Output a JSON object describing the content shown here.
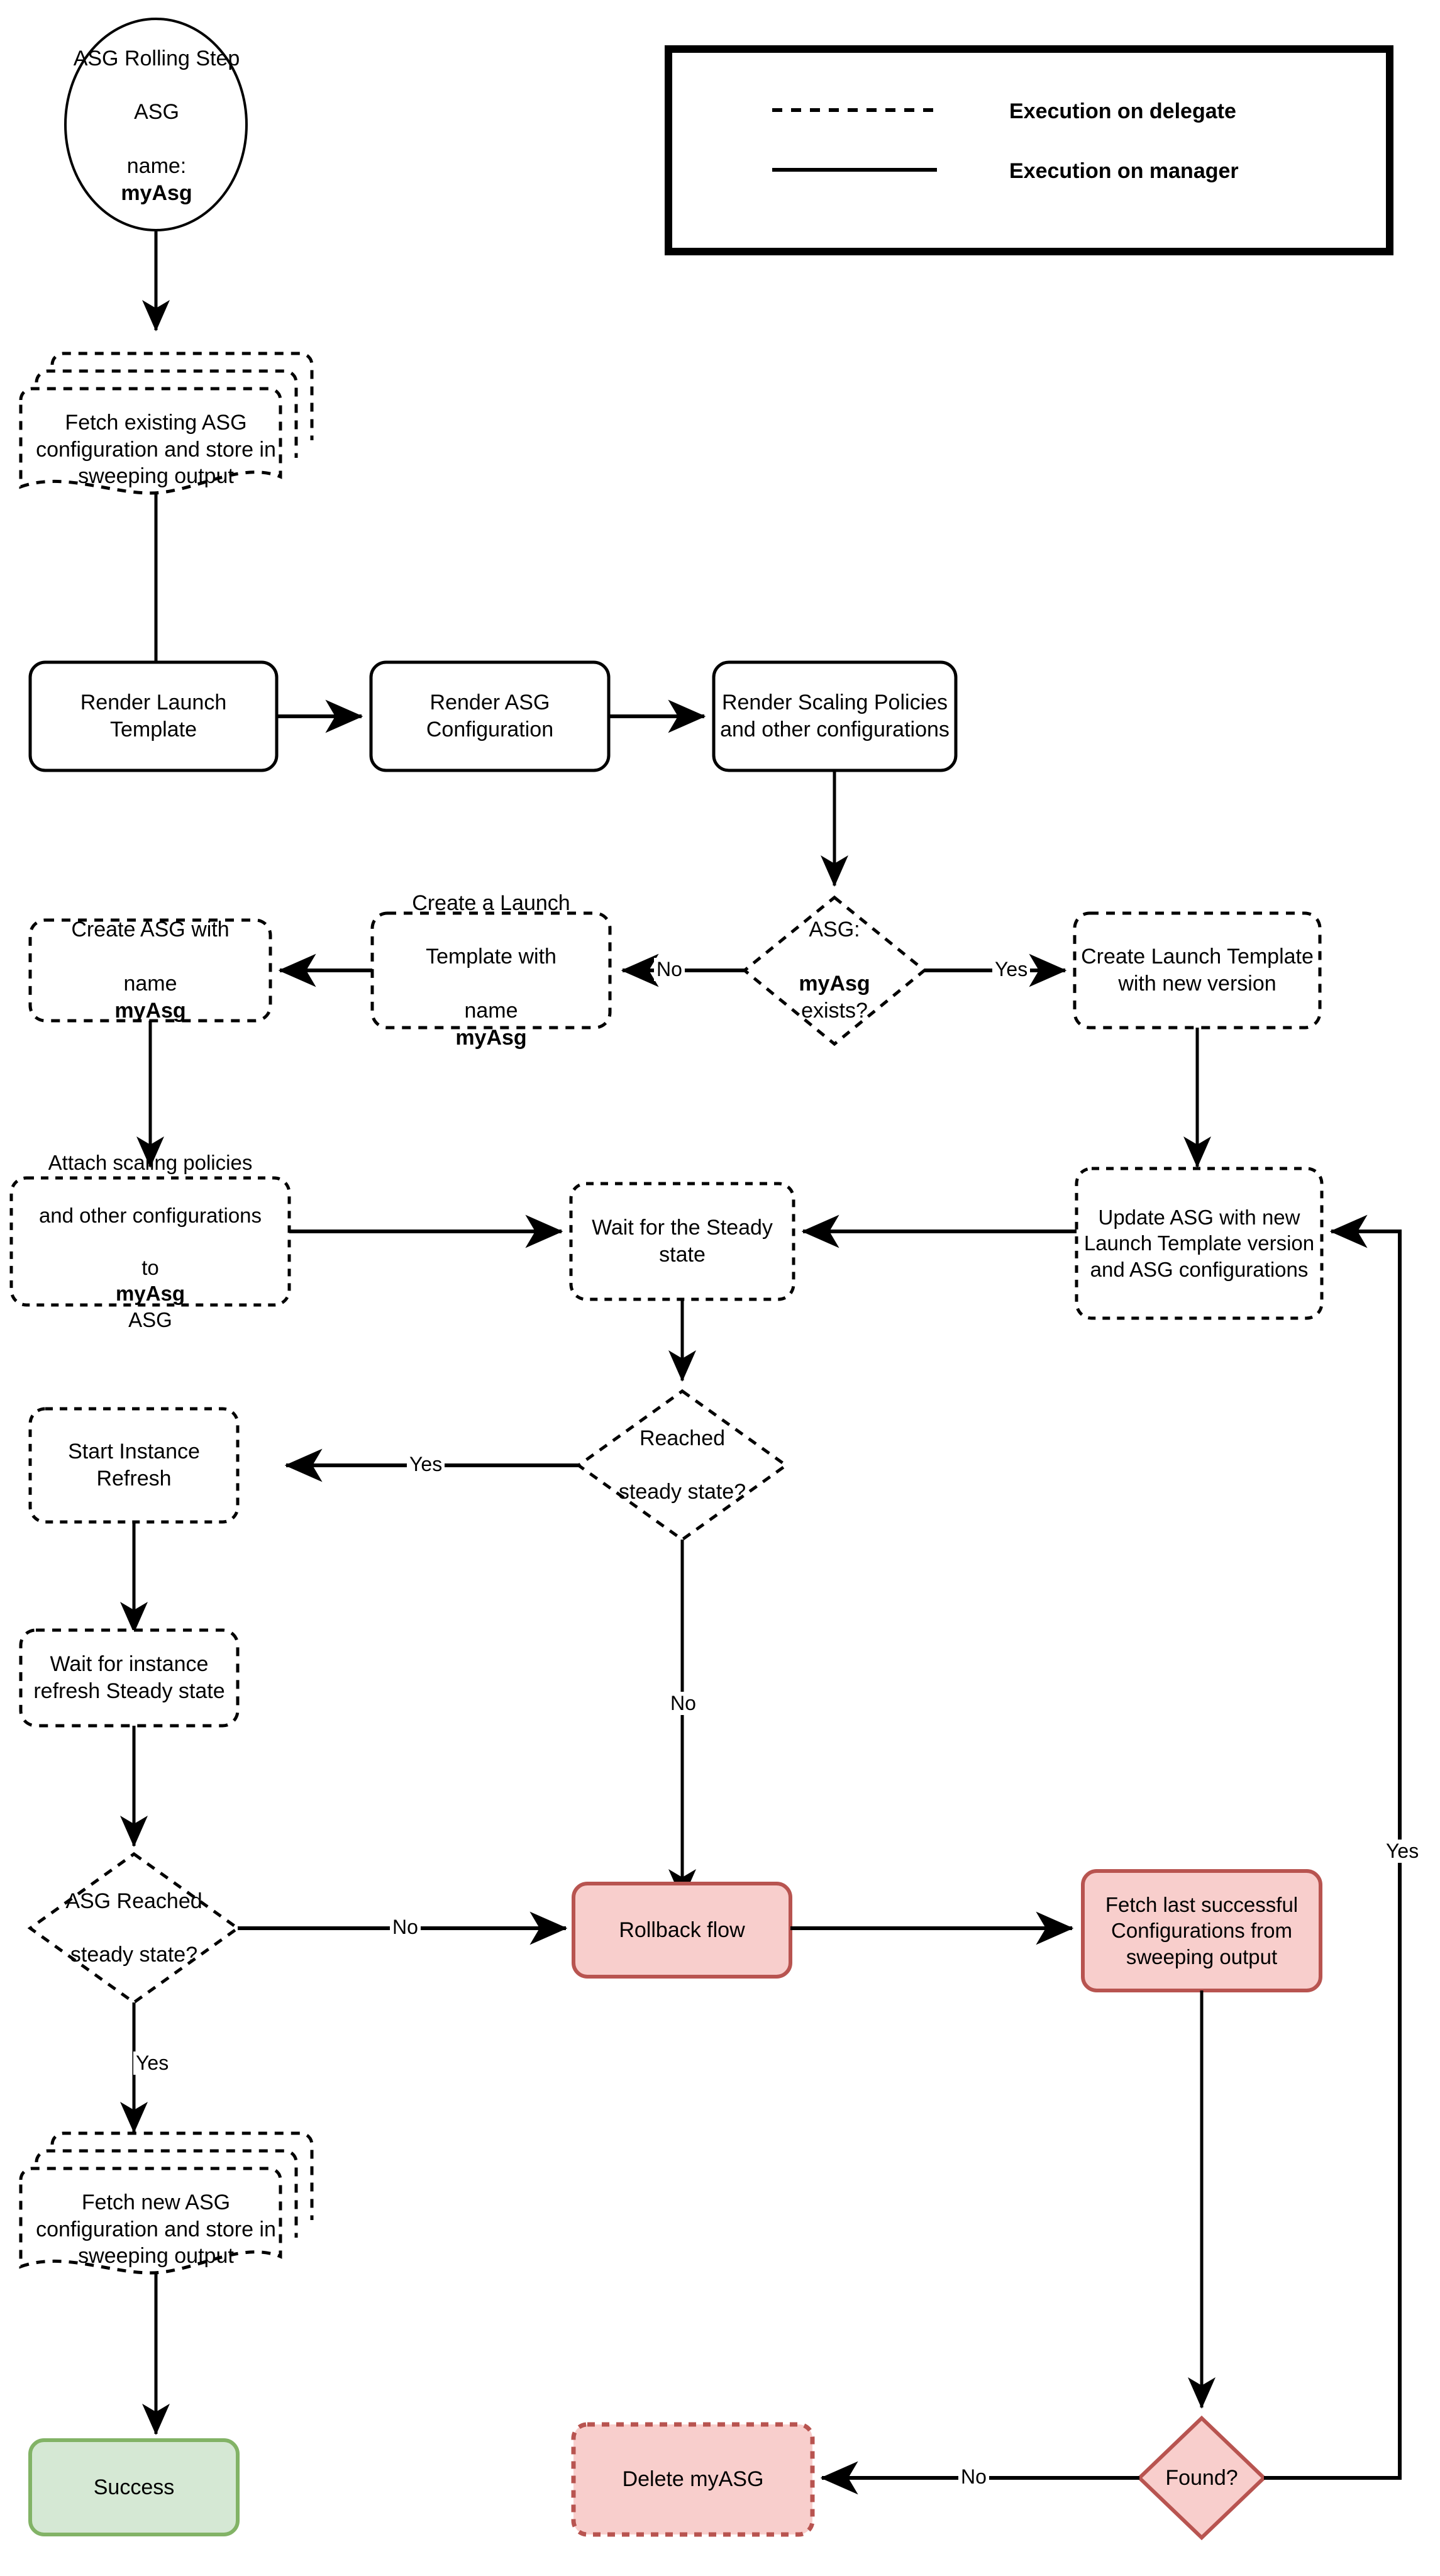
{
  "diagram": {
    "title": "ASG Rolling Step flow",
    "colors": {
      "stroke": "#000000",
      "pink_fill": "#f8cecc",
      "pink_stroke": "#b85450",
      "green_fill": "#d5e8d4",
      "green_stroke": "#82b366",
      "white_fill": "#ffffff"
    }
  },
  "legend": {
    "rows": [
      {
        "style": "dashed",
        "label": "Execution on delegate"
      },
      {
        "style": "solid",
        "label": "Execution on manager"
      }
    ]
  },
  "nodes": {
    "start": {
      "line1": "ASG Rolling Step",
      "line2": "ASG",
      "line3_prefix": "name: ",
      "line3_strong": "myAsg"
    },
    "fetch_existing": {
      "label": "Fetch existing ASG configuration and store in sweeping output"
    },
    "render_launch_template": {
      "label": "Render Launch Template"
    },
    "render_asg_config": {
      "label": "Render ASG Configuration"
    },
    "render_scaling": {
      "label": "Render Scaling Policies and other configurations"
    },
    "asg_exists": {
      "line1": "ASG:",
      "line2_strong": "myAsg",
      "line2_rest": " exists?"
    },
    "create_launch_template_name": {
      "line1": "Create a Launch",
      "line2": "Template with",
      "line3_prefix": "name ",
      "line3_strong": "myAsg"
    },
    "create_asg_name": {
      "line1": "Create ASG with",
      "line2_prefix": "name ",
      "line2_strong": "myAsg"
    },
    "create_launch_template_version": {
      "label": "Create Launch Template with new version"
    },
    "attach_scaling": {
      "line1": "Attach scaling policies",
      "line2": "and other configurations",
      "line3_prefix": "to ",
      "line3_strong": "myAsg",
      "line3_suffix": " ASG"
    },
    "wait_steady": {
      "label": "Wait for the Steady state"
    },
    "update_asg": {
      "label": "Update ASG with new Launch Template version and ASG configurations"
    },
    "reached_steady": {
      "line1": "Reached",
      "line2": "steady state?"
    },
    "start_instance_refresh": {
      "label": "Start Instance Refresh"
    },
    "wait_instance_refresh": {
      "label": "Wait for instance refresh Steady state"
    },
    "asg_reached_steady": {
      "line1": "ASG Reached",
      "line2": "steady state?"
    },
    "rollback_flow": {
      "label": "Rollback flow"
    },
    "fetch_last_successful": {
      "label": "Fetch last successful Configurations from sweeping output"
    },
    "fetch_new_asg": {
      "label": "Fetch new ASG configuration and store in sweeping output"
    },
    "success": {
      "label": "Success"
    },
    "delete_myasg": {
      "label": "Delete myASG"
    },
    "found": {
      "label": "Found?"
    }
  },
  "edge_labels": {
    "exists_no": "No",
    "exists_yes": "Yes",
    "reached_yes": "Yes",
    "reached_no": "No",
    "asg_reached_no": "No",
    "asg_reached_yes": "Yes",
    "found_no": "No",
    "found_yes": "Yes"
  }
}
